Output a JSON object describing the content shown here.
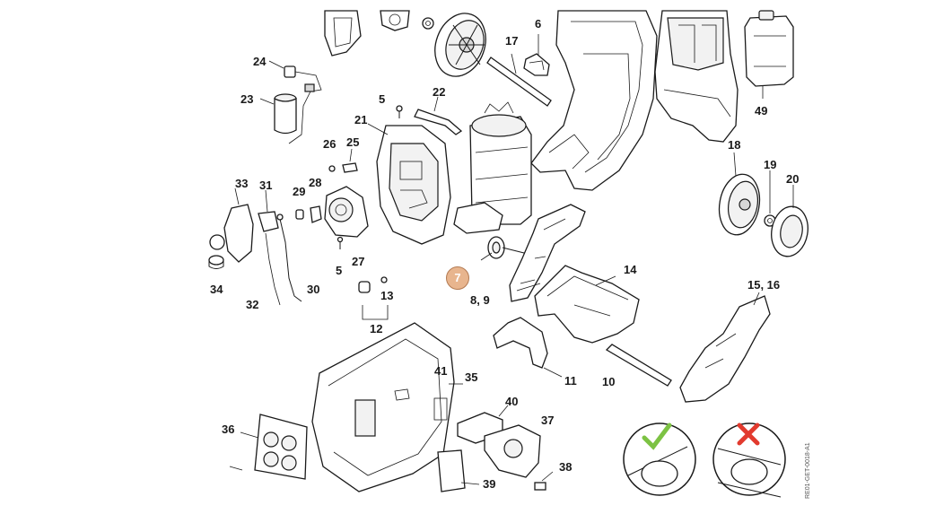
{
  "diagram": {
    "labels": [
      "24",
      "23",
      "5",
      "22",
      "21",
      "26",
      "25",
      "6",
      "17",
      "49",
      "18",
      "19",
      "20",
      "33",
      "31",
      "29",
      "28",
      "27",
      "5",
      "34",
      "32",
      "30",
      "13",
      "12",
      "7",
      "8, 9",
      "14",
      "15, 16",
      "41",
      "35",
      "11",
      "10",
      "36",
      "40",
      "37",
      "38",
      "39"
    ],
    "highlighted_label": "7",
    "doc_code": "RE01-GET-0018-A1",
    "colors": {
      "highlight": "#e8b58e",
      "check": "#7cc243",
      "cross": "#e23a2e"
    }
  }
}
